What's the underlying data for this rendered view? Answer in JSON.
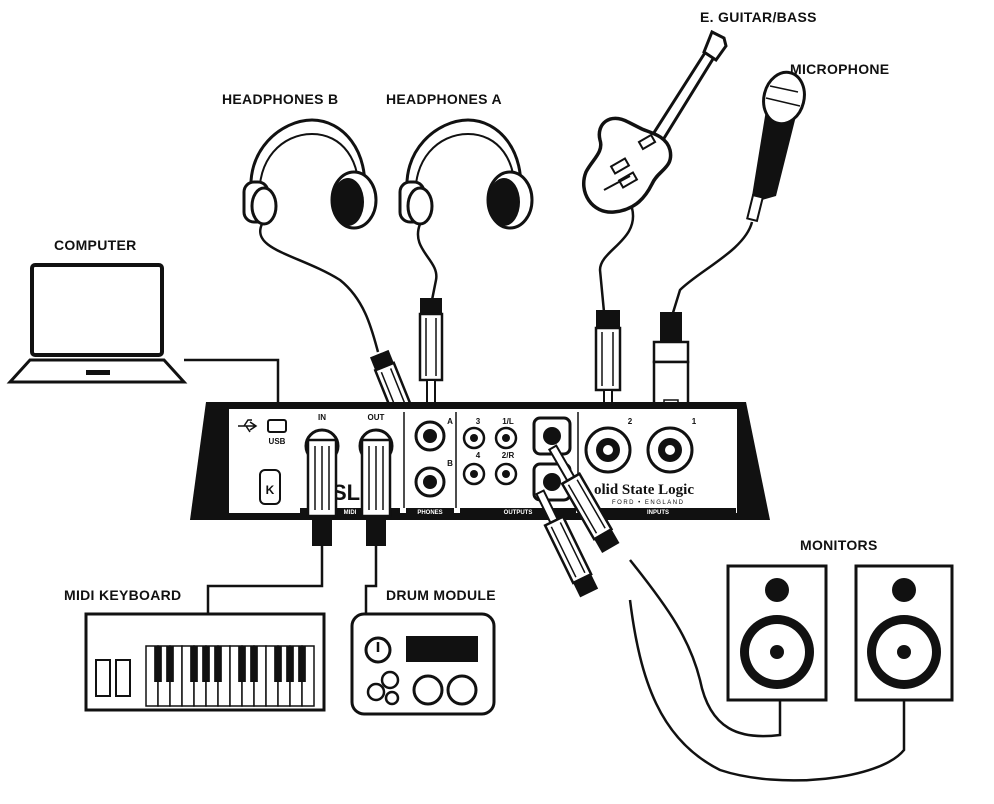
{
  "labels": {
    "guitar": "E. GUITAR/BASS",
    "microphone": "MICROPHONE",
    "headphones_b": "HEADPHONES B",
    "headphones_a": "HEADPHONES A",
    "computer": "COMPUTER",
    "monitors": "MONITORS",
    "midi_keyboard": "MIDI KEYBOARD",
    "drum_module": "DRUM MODULE"
  },
  "interface": {
    "usb": "USB",
    "midi_in": "IN",
    "midi_out": "OUT",
    "midi_section": "MIDI",
    "phones_section": "PHONES",
    "outputs_section": "OUTPUTS",
    "inputs_section": "INPUTS",
    "phones_a": "A",
    "phones_b": "B",
    "out_3": "3",
    "out_4": "4",
    "out_1l": "1/L",
    "out_2r": "2/R",
    "input_2": "2",
    "input_1": "1",
    "brand": "olid State Logic",
    "brand_sub": "FORD • ENGLAND",
    "sl_fragment": "SL"
  }
}
